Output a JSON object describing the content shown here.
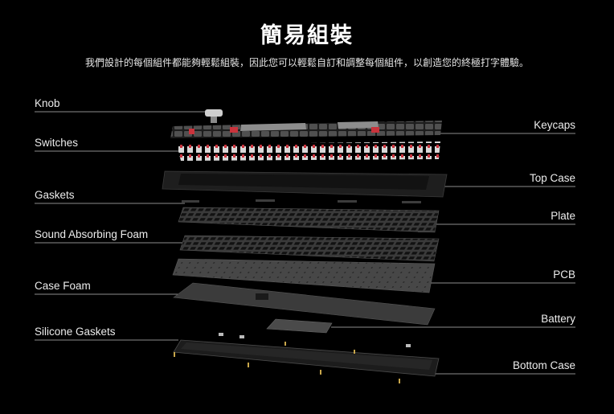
{
  "header": {
    "title": "簡易組裝",
    "subtitle": "我們設計的每個組件都能夠輕鬆組裝，因此您可以輕鬆自訂和調整每個組件，以創造您的終極打字體驗。"
  },
  "labels_left": [
    "Knob",
    "Switches",
    "Gaskets",
    "Sound Absorbing Foam",
    "Case Foam",
    "Silicone Gaskets"
  ],
  "labels_right": [
    "Keycaps",
    "Top Case",
    "Plate",
    "PCB",
    "Battery",
    "Bottom Case"
  ],
  "colors": {
    "background": "#000000",
    "line": "#bdbdbd",
    "accent_red": "#c9333c",
    "gold_pin": "#c8a64a"
  }
}
